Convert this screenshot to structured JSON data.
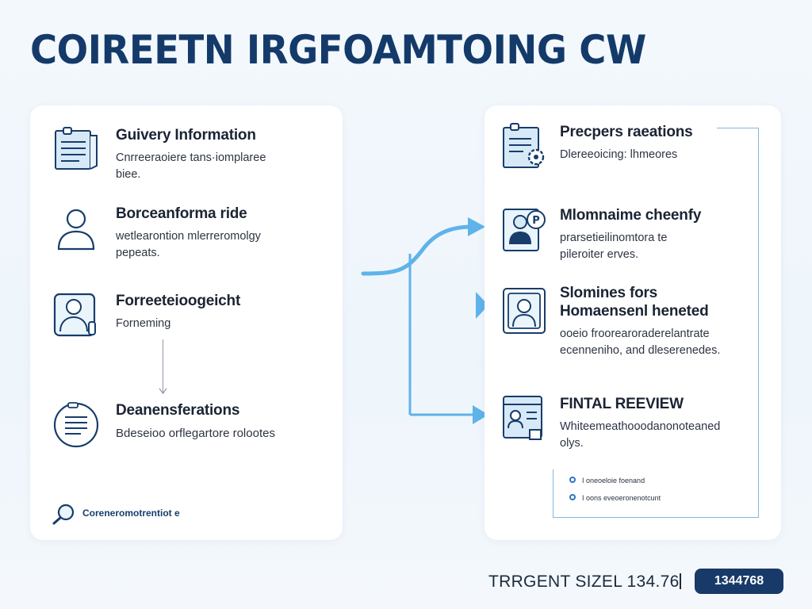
{
  "header": {
    "title": "COIREETN IRGFOAMTOING CW"
  },
  "colors": {
    "title": "#143a6a",
    "icon_stroke": "#173d6b",
    "icon_fill_light": "#d7e9f7",
    "arrow": "#5fb3ea",
    "badge_bg": "#183a69"
  },
  "left_panel": {
    "items": [
      {
        "title": "Guivery Information",
        "desc": "Cnrreeraoiere tans·iomplaree\nbiee.",
        "icon": "document-list-icon"
      },
      {
        "title": "Borceanforma ride",
        "desc": "wetlearontion mlerreromolgy\npepeats.",
        "icon": "user-icon"
      },
      {
        "title": "Forreeteioogeicht",
        "desc": "Forneming",
        "icon": "user-card-icon"
      },
      {
        "title": "Deanensferations",
        "desc": "Bdeseioo orflegartore rolootes",
        "icon": "circle-list-icon"
      }
    ],
    "footer_note": "Coreneromotrentiot e",
    "footer_icon": "magnify-icon"
  },
  "right_panel": {
    "items": [
      {
        "title": "Precpers raeations",
        "desc": "Dlereeoicing: lhmeores",
        "icon": "document-gear-icon"
      },
      {
        "title": "Mlomnaime cheenfy",
        "desc": "prarsetieilinomtora te\npileroiter erves.",
        "icon": "profile-chat-icon"
      },
      {
        "title": "Slomines fors\nHomaensenl heneted",
        "desc": "ooeio froorearoraderelantrate\necenneniho, and dleserenedes.",
        "icon": "profile-frame-icon"
      },
      {
        "title": "FINTAL REEVIEW",
        "desc": "Whiteemeathooodanonoteaned\nolys.",
        "icon": "review-form-icon"
      }
    ],
    "checklist": [
      "I oneoeloie foenand",
      "I oons eveoeronenotcunt"
    ]
  },
  "bottom_bar": {
    "target_label": "TRRGENT SIZEL 134.76",
    "size_badge": "1344768"
  }
}
